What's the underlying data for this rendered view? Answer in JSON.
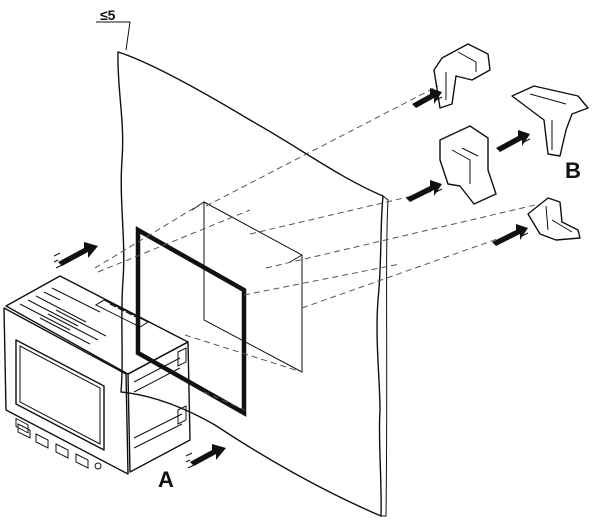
{
  "labels": {
    "thickness": "≤5",
    "step_a": "A",
    "step_b": "B"
  },
  "colors": {
    "line": "#111111",
    "device_body": "#f4f4f4",
    "device_shade": "#d9d9d9",
    "arrow": "#111111"
  },
  "icons": [
    "panel-sheet",
    "panel-cutout-frame",
    "meter-device",
    "mounting-clip",
    "insert-arrow"
  ]
}
